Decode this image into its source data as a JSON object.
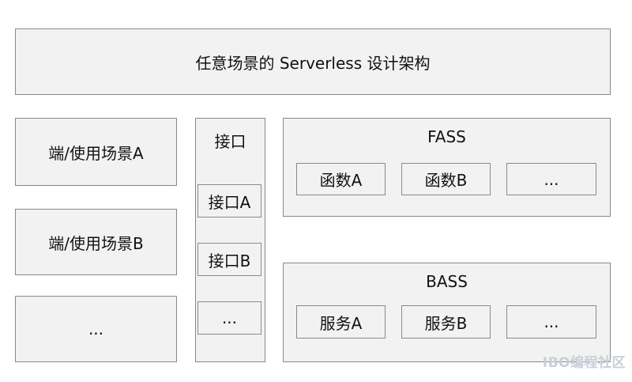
{
  "title": "任意场景的 Serverless 设计架构",
  "scenarios": [
    "端/使用场景A",
    "端/使用场景B",
    "..."
  ],
  "interface": {
    "label": "接口",
    "items": [
      "接口A",
      "接口B",
      "..."
    ]
  },
  "fass": {
    "label": "FASS",
    "items": [
      "函数A",
      "函数B",
      "..."
    ]
  },
  "bass": {
    "label": "BASS",
    "items": [
      "服务A",
      "服务B",
      "..."
    ]
  },
  "watermark": "IBO编程社区"
}
